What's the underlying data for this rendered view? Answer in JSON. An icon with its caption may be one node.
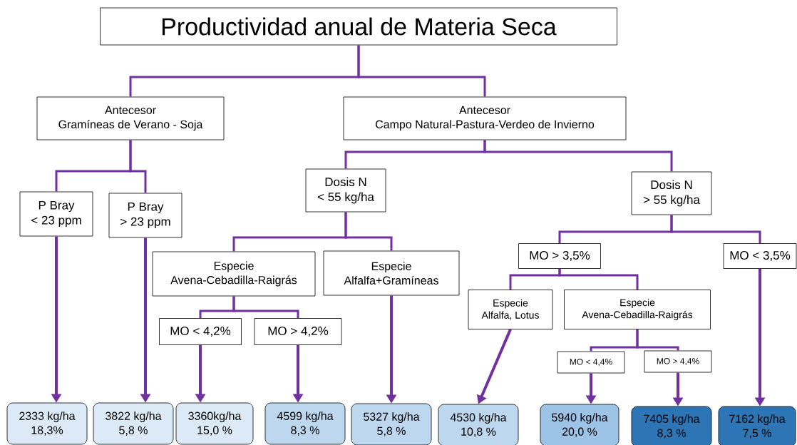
{
  "diagram": {
    "nodes": [
      {
        "text": [
          "Productividad anual de Materia Seca"
        ]
      },
      {
        "text": [
          "Antecesor",
          "Gramíneas de Verano - Soja"
        ]
      },
      {
        "text": [
          "Antecesor",
          "Campo Natural-Pastura-Verdeo de Invierno"
        ]
      },
      {
        "text": [
          "P Bray",
          "< 23 ppm"
        ]
      },
      {
        "text": [
          "P Bray",
          "> 23 ppm"
        ]
      },
      {
        "text": [
          "Dosis N",
          "< 55 kg/ha"
        ]
      },
      {
        "text": [
          "Dosis N",
          "> 55 kg/ha"
        ]
      },
      {
        "text": [
          "Especie",
          "Avena-Cebadilla-Raigrás"
        ]
      },
      {
        "text": [
          "Especie",
          "Alfalfa+Gramíneas"
        ]
      },
      {
        "text": [
          "MO > 3,5%"
        ]
      },
      {
        "text": [
          "MO < 3,5%"
        ]
      },
      {
        "text": [
          "MO < 4,2%"
        ]
      },
      {
        "text": [
          "MO > 4,2%"
        ]
      },
      {
        "text": [
          "Especie",
          "Alfalfa, Lotus"
        ]
      },
      {
        "text": [
          "Especie",
          "Avena-Cebadilla-Raigrás"
        ]
      },
      {
        "text": [
          "MO < 4,4%"
        ]
      },
      {
        "text": [
          "MO > 4,4%"
        ]
      },
      {
        "text": [
          "2333 kg/ha",
          "18,3%"
        ]
      },
      {
        "text": [
          "3822 kg/ha",
          "5,8 %"
        ]
      },
      {
        "text": [
          "3360kg/ha",
          "15,0 %"
        ]
      },
      {
        "text": [
          "4599 kg/ha",
          "8,3 %"
        ]
      },
      {
        "text": [
          "5327 kg/ha",
          "5,8 %"
        ]
      },
      {
        "text": [
          "4530 kg/ha",
          "10,8 %"
        ]
      },
      {
        "text": [
          "5940 kg/ha",
          "20,0 %"
        ]
      },
      {
        "text": [
          "7405 kg/ha",
          "8,3 %"
        ]
      },
      {
        "text": [
          "7162 kg/ha",
          "7,5 %"
        ]
      }
    ],
    "edges": [
      {
        "from": 0,
        "to": 1,
        "arrow": "none"
      },
      {
        "from": 0,
        "to": 2,
        "arrow": "none"
      },
      {
        "from": 1,
        "to": 3,
        "arrow": "none"
      },
      {
        "from": 1,
        "to": 4,
        "arrow": "none"
      },
      {
        "from": 2,
        "to": 5,
        "arrow": "none"
      },
      {
        "from": 2,
        "to": 6,
        "arrow": "none"
      },
      {
        "from": 5,
        "to": 7,
        "arrow": "none"
      },
      {
        "from": 5,
        "to": 8,
        "arrow": "none"
      },
      {
        "from": 6,
        "to": 9,
        "arrow": "none"
      },
      {
        "from": 6,
        "to": 10,
        "arrow": "none"
      },
      {
        "from": 7,
        "to": 11,
        "arrow": "none"
      },
      {
        "from": 7,
        "to": 12,
        "arrow": "none"
      },
      {
        "from": 9,
        "to": 13,
        "arrow": "none"
      },
      {
        "from": 9,
        "to": 14,
        "arrow": "none"
      },
      {
        "from": 14,
        "to": 15,
        "arrow": "none"
      },
      {
        "from": 14,
        "to": 16,
        "arrow": "none"
      },
      {
        "from": 3,
        "to": 17,
        "arrow": "to"
      },
      {
        "from": 4,
        "to": 18,
        "arrow": "to"
      },
      {
        "from": 11,
        "to": 19,
        "arrow": "to"
      },
      {
        "from": 12,
        "to": 20,
        "arrow": "to"
      },
      {
        "from": 8,
        "to": 21,
        "arrow": "to"
      },
      {
        "from": 13,
        "to": 22,
        "arrow": "to"
      },
      {
        "from": 15,
        "to": 23,
        "arrow": "to"
      },
      {
        "from": 16,
        "to": 24,
        "arrow": "to"
      },
      {
        "from": 10,
        "to": 25,
        "arrow": "to"
      }
    ]
  }
}
